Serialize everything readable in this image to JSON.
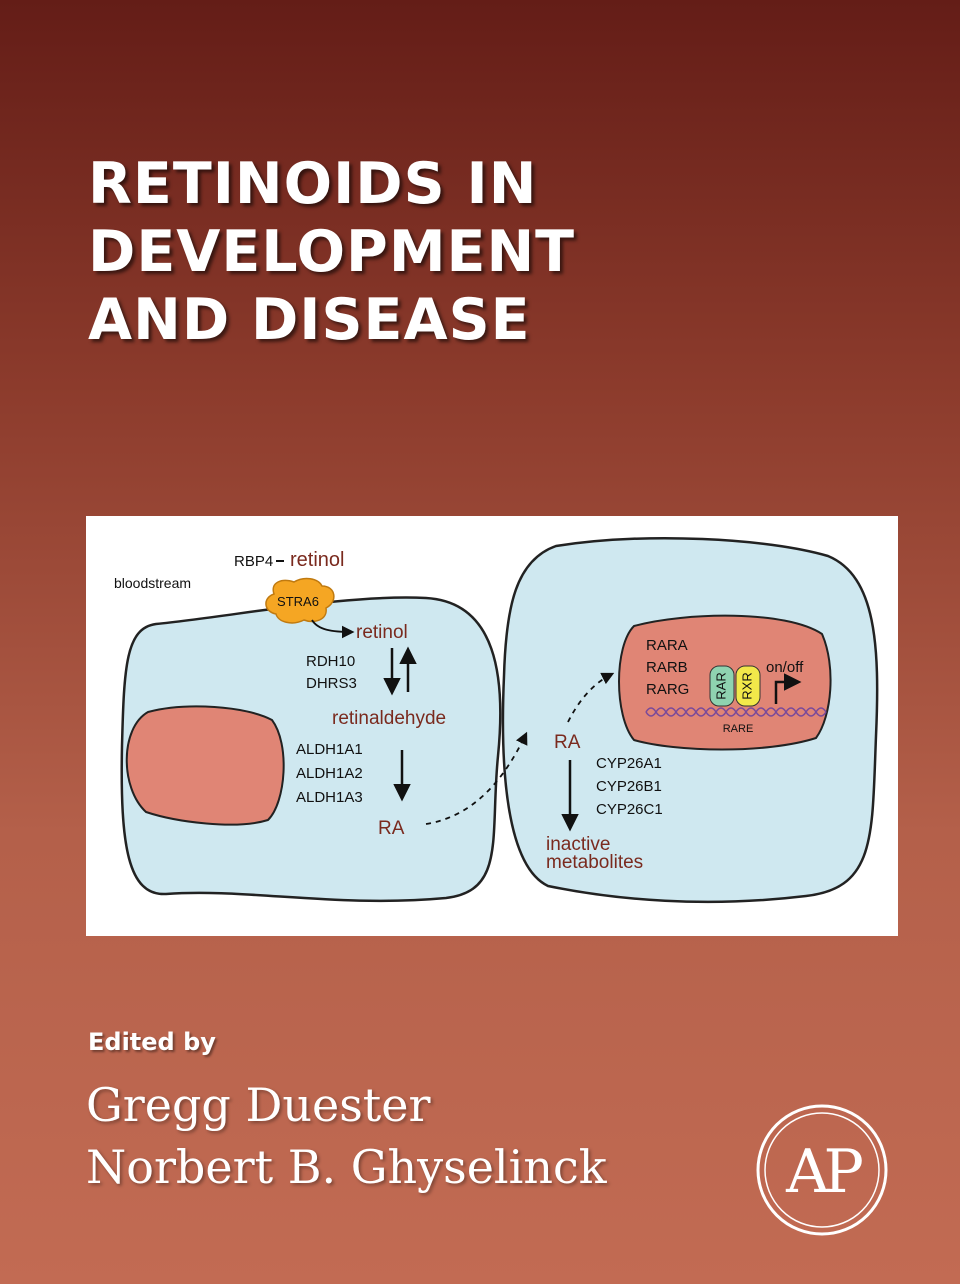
{
  "book": {
    "title_lines": [
      "RETINOIDS IN",
      "DEVELOPMENT",
      "AND DISEASE"
    ],
    "edited_by_label": "Edited by",
    "editors": [
      "Gregg Duester",
      "Norbert B. Ghyselinck"
    ],
    "publisher_logo_text": "AP"
  },
  "figure": {
    "bloodstream": "bloodstream",
    "rbp4": "RBP4",
    "retinol_top": "retinol",
    "stra6": "STRA6",
    "retinol_inner": "retinol",
    "rdh10": "RDH10",
    "dhrs3": "DHRS3",
    "retinaldehyde": "retinaldehyde",
    "aldh1a1": "ALDH1A1",
    "aldh1a2": "ALDH1A2",
    "aldh1a3": "ALDH1A3",
    "ra_left": "RA",
    "ra_right": "RA",
    "cyp26a1": "CYP26A1",
    "cyp26b1": "CYP26B1",
    "cyp26c1": "CYP26C1",
    "inactive": "inactive",
    "metabolites": "metabolites",
    "rara": "RARA",
    "rarb": "RARB",
    "rarg": "RARG",
    "rar": "RAR",
    "rxr": "RXR",
    "on_off": "on/off",
    "rare": "RARE"
  },
  "colors": {
    "cell_fill": "#cfe8f0",
    "nucleus_fill": "#e08575",
    "stra6_fill": "#f5a623",
    "rar_fill": "#8fd3b0",
    "rxr_fill": "#f2e84a",
    "label_brown": "#7a2a1e"
  }
}
